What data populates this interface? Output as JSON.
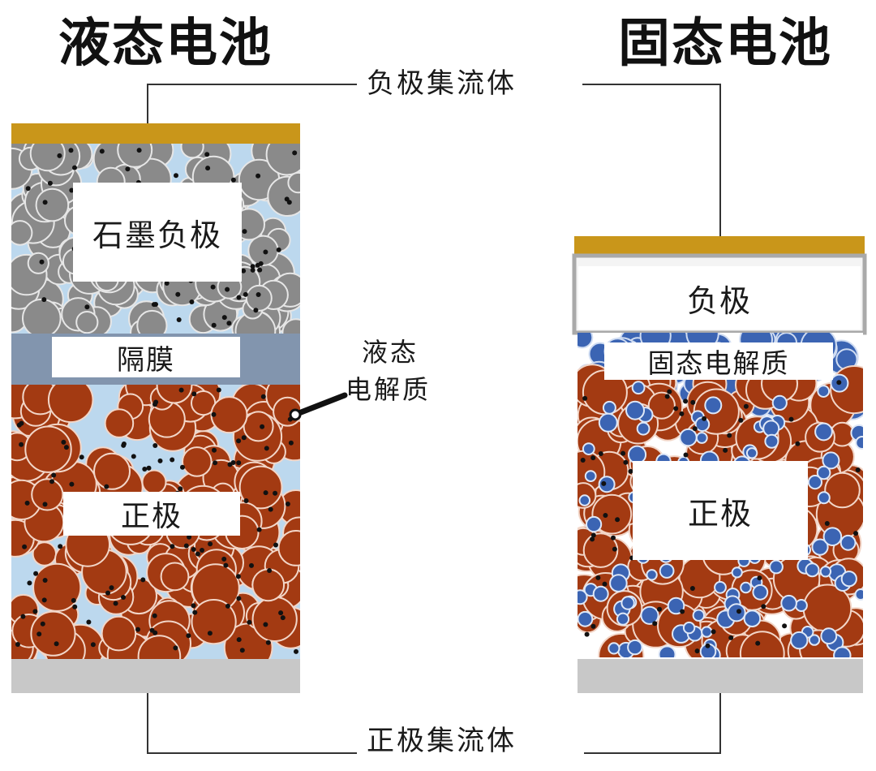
{
  "liquid_battery": {
    "title": "液态电池",
    "anode_label": "石墨负极",
    "separator_label": "隔膜",
    "cathode_label": "正极"
  },
  "solid_battery": {
    "title": "固态电池",
    "anode_label": "负极",
    "electrolyte_label": "固态电解质",
    "cathode_label": "正极"
  },
  "callouts": {
    "anode_collector": "负极集流体",
    "cathode_collector": "正极集流体",
    "liquid_electrolyte_line1": "液态",
    "liquid_electrolyte_line2": "电解质"
  },
  "colors": {
    "collector_gold": "#C9961A",
    "collector_gray": "#C8C8C8",
    "electrolyte_blue": "#BCD8EE",
    "separator": "#8295AE",
    "graphite": "#8A8A8A",
    "cathode": "#A33A12",
    "solid_electrolyte": "#3B64B3"
  }
}
